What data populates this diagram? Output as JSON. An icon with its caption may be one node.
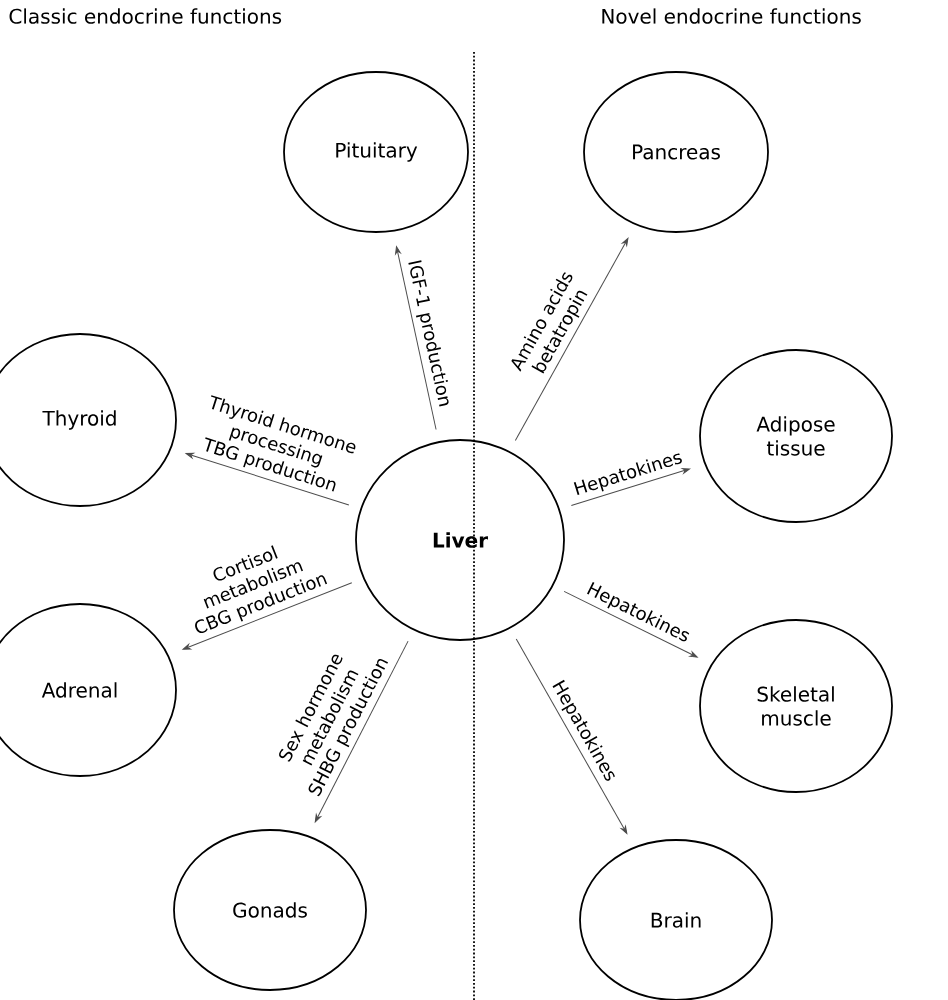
{
  "diagram": {
    "nodes": [
      {
        "text": [
          "Liver"
        ]
      },
      {
        "text": [
          "Pituitary"
        ]
      },
      {
        "text": [
          "Thyroid"
        ]
      },
      {
        "text": [
          "Adrenal"
        ]
      },
      {
        "text": [
          "Gonads"
        ]
      },
      {
        "text": [
          "Pancreas"
        ]
      },
      {
        "text": [
          "Adipose tissue"
        ]
      },
      {
        "text": [
          "Skeletal muscle"
        ]
      },
      {
        "text": [
          "Brain"
        ]
      }
    ],
    "edges": [
      {
        "from": 0,
        "to": 1,
        "arrow": "to",
        "label": "IGF-1 production"
      },
      {
        "from": 0,
        "to": 2,
        "arrow": "to",
        "label": "Thyroid hormone processing TBG production"
      },
      {
        "from": 0,
        "to": 3,
        "arrow": "to",
        "label": "Cortisol metabolism CBG production"
      },
      {
        "from": 0,
        "to": 4,
        "arrow": "to",
        "label": "Sex hormone metabolism SHBG production"
      },
      {
        "from": 0,
        "to": 5,
        "arrow": "to",
        "label": "Amino acids betatropin"
      },
      {
        "from": 0,
        "to": 6,
        "arrow": "to",
        "label": "Hepatokines"
      },
      {
        "from": 0,
        "to": 7,
        "arrow": "to",
        "label": "Hepatokines"
      },
      {
        "from": 0,
        "to": 8,
        "arrow": "to",
        "label": "Hepatokines"
      }
    ],
    "labels": [
      "Classic endocrine functions",
      "Novel endocrine functions"
    ]
  }
}
